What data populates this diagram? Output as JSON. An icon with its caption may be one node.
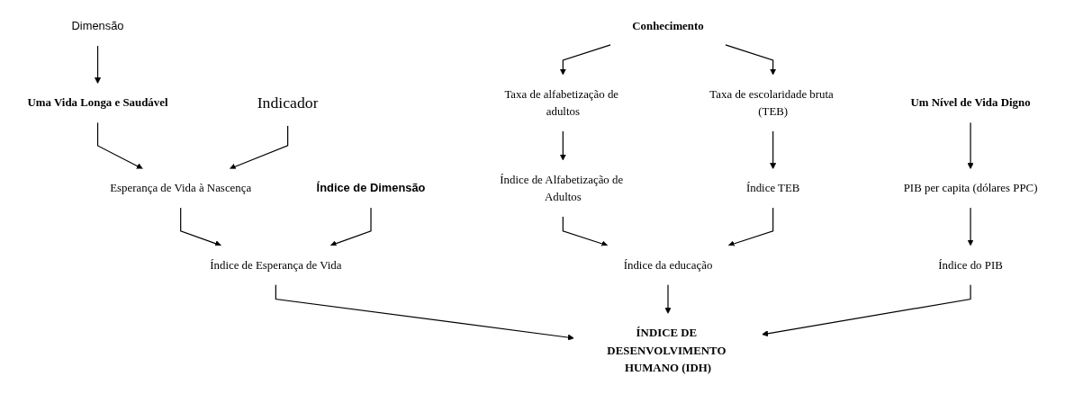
{
  "diagram": {
    "nodes": [
      {
        "text": [
          "Dimensão"
        ]
      },
      {
        "text": [
          "Uma Vida Longa e Saudável"
        ]
      },
      {
        "text": [
          "Conhecimento"
        ]
      },
      {
        "text": [
          "Um Nível de Vida Digno"
        ]
      },
      {
        "text": [
          "Indicador"
        ]
      },
      {
        "text": [
          "Esperança de Vida à Nascença"
        ]
      },
      {
        "text": [
          "Taxa de alfabetização de adultos"
        ]
      },
      {
        "text": [
          "Taxa de escolaridade bruta (TEB)"
        ]
      },
      {
        "text": [
          "PIB per capita (dólares PPC)"
        ]
      },
      {
        "text": [
          "Índice de Alfabetização de Adultos"
        ]
      },
      {
        "text": [
          "Índice TEB"
        ]
      },
      {
        "text": [
          "Índice de Dimensão"
        ]
      },
      {
        "text": [
          "Índice de Esperança de Vida"
        ]
      },
      {
        "text": [
          "Índice da educação"
        ]
      },
      {
        "text": [
          "Índice do PIB"
        ]
      },
      {
        "text": [
          "ÍNDICE DE DESENVOLVIMENTO HUMANO (IDH)"
        ]
      }
    ],
    "edges": [
      {
        "from": 0,
        "to": 1,
        "arrow": "to"
      },
      {
        "from": 1,
        "to": 5,
        "arrow": "to"
      },
      {
        "from": 2,
        "to": 6,
        "arrow": "to"
      },
      {
        "from": 2,
        "to": 7,
        "arrow": "to"
      },
      {
        "from": 3,
        "to": 8,
        "arrow": "to"
      },
      {
        "from": 4,
        "to": 5,
        "arrow": "to"
      },
      {
        "from": 5,
        "to": 12,
        "arrow": "to"
      },
      {
        "from": 6,
        "to": 9,
        "arrow": "to"
      },
      {
        "from": 7,
        "to": 10,
        "arrow": "to"
      },
      {
        "from": 8,
        "to": 14,
        "arrow": "to"
      },
      {
        "from": 9,
        "to": 13,
        "arrow": "to"
      },
      {
        "from": 10,
        "to": 13,
        "arrow": "to"
      },
      {
        "from": 11,
        "to": 12,
        "arrow": "to"
      },
      {
        "from": 12,
        "to": 15,
        "arrow": "to"
      },
      {
        "from": 13,
        "to": 15,
        "arrow": "to"
      },
      {
        "from": 14,
        "to": 15,
        "arrow": "to"
      }
    ]
  }
}
